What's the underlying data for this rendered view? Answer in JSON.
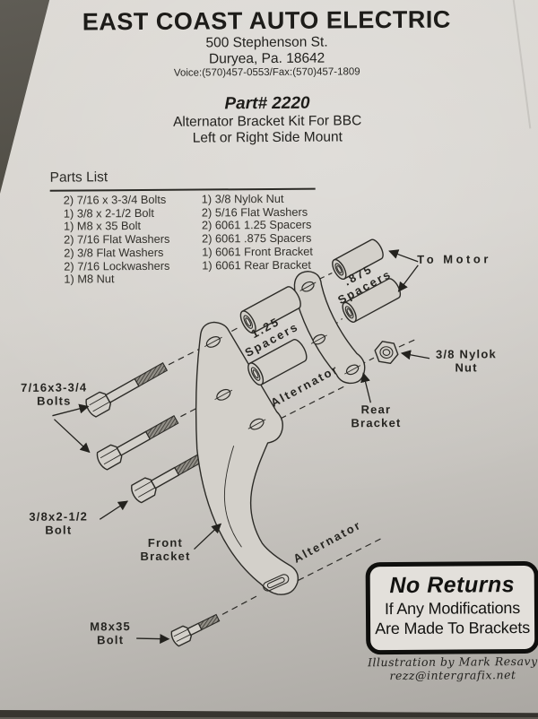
{
  "header": {
    "company": "EAST COAST AUTO ELECTRIC",
    "address1": "500 Stephenson St.",
    "address2": "Duryea, Pa. 18642",
    "contact": "Voice:(570)457-0553/Fax:(570)457-1809",
    "part_number": "Part# 2220",
    "subtitle1": "Alternator Bracket Kit For BBC",
    "subtitle2": "Left or Right Side Mount"
  },
  "parts_list": {
    "title": "Parts List",
    "column1": [
      "2) 7/16 x 3-3/4 Bolts",
      "1) 3/8 x 2-1/2 Bolt",
      "1) M8 x 35 Bolt",
      "2) 7/16 Flat Washers",
      "2) 3/8 Flat Washers",
      "2) 7/16 Lockwashers",
      "1) M8 Nut"
    ],
    "column2": [
      "1) 3/8 Nylok Nut",
      "2) 5/16 Flat Washers",
      "2) 6061 1.25 Spacers",
      "2) 6061 .875 Spacers",
      "1) 6061 Front Bracket",
      "1) 6061 Rear Bracket"
    ]
  },
  "diagram": {
    "labels": {
      "to_motor": "To Motor",
      "spacers875_1": ".875",
      "spacers875_2": "Spacers",
      "spacers125_1": "1.25",
      "spacers125_2": "Spacers",
      "nylok_1": "3/8 Nylok",
      "nylok_2": "Nut",
      "rear_1": "Rear",
      "rear_2": "Bracket",
      "alternator_rear": "Alternator",
      "alternator_front": "Alternator",
      "bolts716_1": "7/16x3-3/4",
      "bolts716_2": "Bolts",
      "bolt38_1": "3/8x2-1/2",
      "bolt38_2": "Bolt",
      "front_1": "Front",
      "front_2": "Bracket",
      "m8_1": "M8x35",
      "m8_2": "Bolt"
    }
  },
  "notice": {
    "line1": "No Returns",
    "line2": "If Any Modifications",
    "line3": "Are Made To Brackets"
  },
  "credit": {
    "line1": "Illustration by Mark Resavy",
    "line2": "rezz@intergrafix.net"
  },
  "colors": {
    "paper": "#d5d2cd",
    "ink": "#2c2b27",
    "table_background": "#43403a",
    "notice_background": "#e3e0db"
  }
}
